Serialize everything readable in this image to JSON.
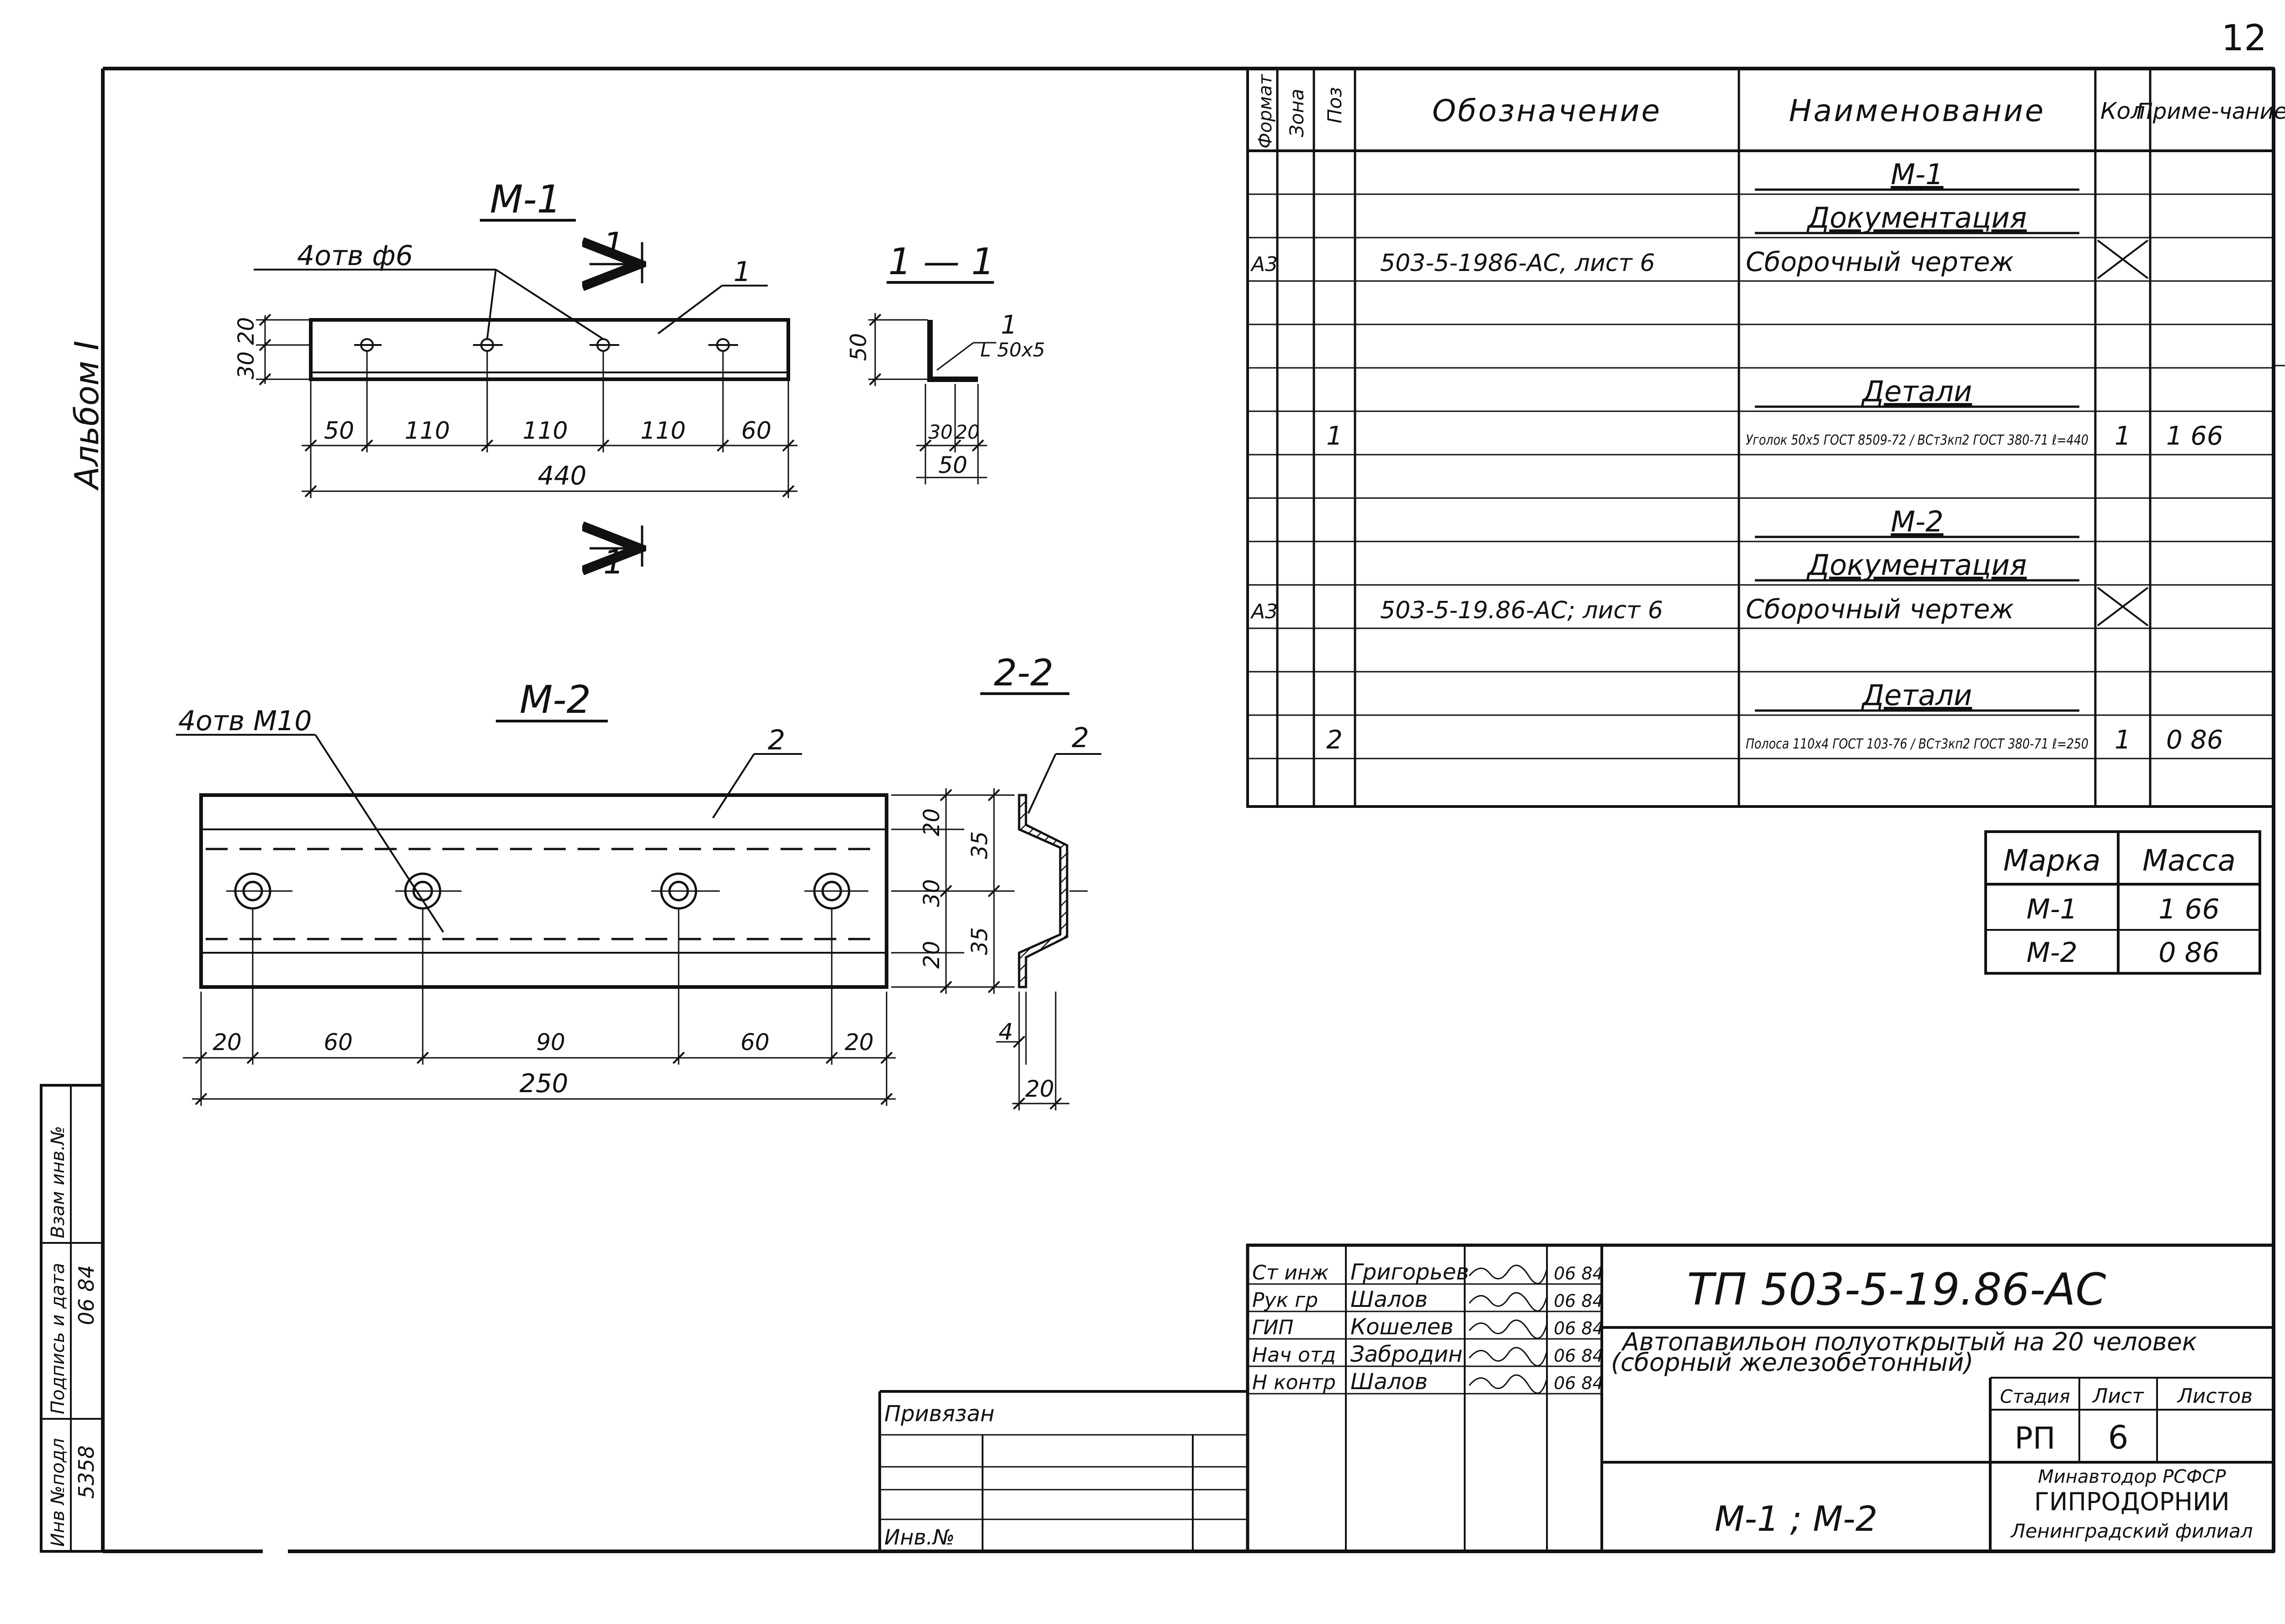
{
  "sheet": {
    "page_number": "12",
    "album_label": "Альбом I"
  },
  "left_stamp": {
    "inv_label": "Инв №подл",
    "inv_value": "5358",
    "sign_label": "Подпись и дата",
    "sign_value": "06 84",
    "replace_label": "Взам инв.№"
  },
  "drawings": {
    "m1": {
      "title": "М-1",
      "hole_note": "4отв ф6",
      "pos": "1",
      "cut": "1",
      "dims": [
        "50",
        "110",
        "110",
        "110",
        "60"
      ],
      "total": "440",
      "height_dims": [
        "30",
        "20"
      ]
    },
    "section_1": {
      "title": "1 — 1",
      "pos": "1",
      "profile": "L 50x5",
      "height": "50",
      "bottom_dims": [
        "30",
        "20"
      ],
      "total": "50"
    },
    "m2": {
      "title": "М-2",
      "hole_note": "4отв М10",
      "pos": "2",
      "dims": [
        "20",
        "60",
        "90",
        "60",
        "20"
      ],
      "total": "250",
      "height_dims_inner": [
        "20",
        "30",
        "20"
      ],
      "height_dims_outer": [
        "35",
        "35"
      ]
    },
    "section_2": {
      "title": "2-2",
      "pos": "2",
      "thickness": "4",
      "width": "20"
    }
  },
  "spec_table": {
    "headers": {
      "format": "Формат",
      "zone": "Зона",
      "pos": "Поз",
      "designation": "Обозначение",
      "name": "Наименование",
      "qty": "Кол",
      "note": "Приме-чание"
    },
    "rows": [
      {
        "format": "",
        "pos": "",
        "designation": "",
        "name": "М-1",
        "qty": "",
        "note": "",
        "style": "heading"
      },
      {
        "format": "",
        "pos": "",
        "designation": "",
        "name": "Документация",
        "qty": "",
        "note": "",
        "style": "heading"
      },
      {
        "format": "А3",
        "pos": "",
        "designation": "503-5-1986-АС, лист 6",
        "name": "Сборочный чертеж",
        "qty": "X",
        "note": "",
        "style": "normal"
      },
      {
        "format": "",
        "pos": "",
        "designation": "",
        "name": "",
        "qty": "",
        "note": "",
        "style": "normal"
      },
      {
        "format": "",
        "pos": "",
        "designation": "",
        "name": "",
        "qty": "",
        "note": "",
        "style": "normal"
      },
      {
        "format": "",
        "pos": "",
        "designation": "",
        "name": "Детали",
        "qty": "",
        "note": "",
        "style": "heading"
      },
      {
        "format": "",
        "pos": "1",
        "designation": "",
        "name": "Уголок 50x5 ГОСТ 8509-72 / ВСт3кп2 ГОСТ 380-71 ℓ=440",
        "qty": "1",
        "note": "1 66",
        "style": "small"
      },
      {
        "format": "",
        "pos": "",
        "designation": "",
        "name": "",
        "qty": "",
        "note": "",
        "style": "normal"
      },
      {
        "format": "",
        "pos": "",
        "designation": "",
        "name": "М-2",
        "qty": "",
        "note": "",
        "style": "heading"
      },
      {
        "format": "",
        "pos": "",
        "designation": "",
        "name": "Документация",
        "qty": "",
        "note": "",
        "style": "heading"
      },
      {
        "format": "А3",
        "pos": "",
        "designation": "503-5-19.86-АС; лист 6",
        "name": "Сборочный чертеж",
        "qty": "X",
        "note": "",
        "style": "normal"
      },
      {
        "format": "",
        "pos": "",
        "designation": "",
        "name": "",
        "qty": "",
        "note": "",
        "style": "normal"
      },
      {
        "format": "",
        "pos": "",
        "designation": "",
        "name": "Детали",
        "qty": "",
        "note": "",
        "style": "heading"
      },
      {
        "format": "",
        "pos": "2",
        "designation": "",
        "name": "Полоса 110x4 ГОСТ 103-76 / ВСт3кп2 ГОСТ 380-71 ℓ=250",
        "qty": "1",
        "note": "0 86",
        "style": "small"
      },
      {
        "format": "",
        "pos": "",
        "designation": "",
        "name": "",
        "qty": "",
        "note": "",
        "style": "normal"
      }
    ]
  },
  "mass_table": {
    "headers": [
      "Марка",
      "Масса"
    ],
    "rows": [
      [
        "М-1",
        "1 66"
      ],
      [
        "М-2",
        "0 86"
      ]
    ]
  },
  "title_block": {
    "code": "ТП 503-5-19.86-АС",
    "project": "Автопавильон полуоткрытый на 20 человек",
    "project_sub": "(сборный железобетонный)",
    "sheet_name": "М-1 ; М-2",
    "stage_label": "Стадия",
    "sheet_label": "Лист",
    "sheets_label": "Листов",
    "stage": "РП",
    "sheet": "6",
    "sheets": "",
    "org1": "Минавтодор РСФСР",
    "org2": "ГИПРОДОРНИИ",
    "org3": "Ленинградский филиал",
    "bound_label": "Привязан",
    "inv_label": "Инв.№",
    "people": [
      {
        "role": "Ст инж",
        "name": "Григорьев",
        "date": "06 84"
      },
      {
        "role": "Рук гр",
        "name": "Шалов",
        "date": "06 84"
      },
      {
        "role": "ГИП",
        "name": "Кошелев",
        "date": "06 84"
      },
      {
        "role": "Нач отд",
        "name": "Забродин",
        "date": "06 84"
      },
      {
        "role": "Н контр",
        "name": "Шалов",
        "date": "06 84"
      }
    ]
  },
  "colors": {
    "ink": "#111111",
    "paper": "#ffffff"
  }
}
